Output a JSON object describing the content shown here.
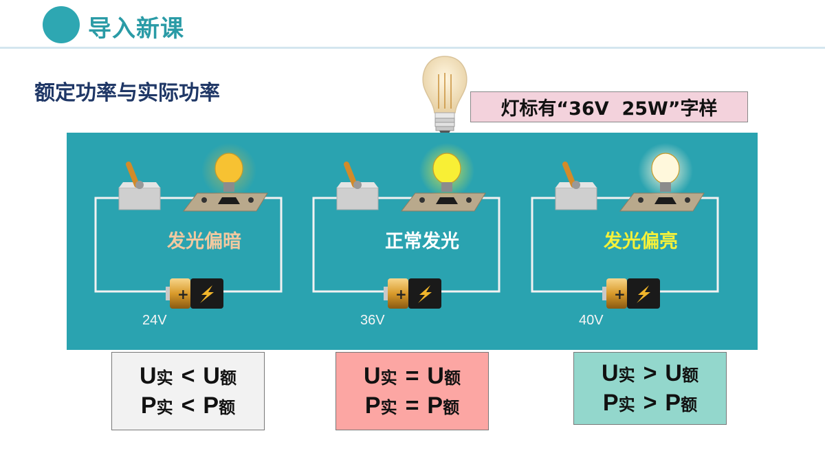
{
  "header": {
    "title": "导入新课"
  },
  "section_title": "额定功率与实际功率",
  "bulb_label": "灯标有“36V  25W”字样",
  "circuits": [
    {
      "state": "发光偏暗",
      "state_color": "#f2c9a0",
      "voltage": "24V",
      "glow": "#f7c232",
      "glow_level": 0.55
    },
    {
      "state": "正常发光",
      "state_color": "#ffffff",
      "voltage": "36V",
      "glow": "#f8ef35",
      "glow_level": 0.8
    },
    {
      "state": "发光偏亮",
      "state_color": "#f4f13a",
      "voltage": "40V",
      "glow": "#fff8dc",
      "glow_level": 1.0
    }
  ],
  "relations": [
    {
      "bg": "#f2f2f2",
      "u_left": "U",
      "u_left_sub": "实",
      "u_op": "<",
      "u_right": "U",
      "u_right_sub": "额",
      "p_left": "P",
      "p_left_sub": "实",
      "p_op": "<",
      "p_right": "P",
      "p_right_sub": "额"
    },
    {
      "bg": "#fca6a3",
      "u_left": "U",
      "u_left_sub": "实",
      "u_op": "=",
      "u_right": "U",
      "u_right_sub": "额",
      "p_left": "P",
      "p_left_sub": "实",
      "p_op": "=",
      "p_right": "P",
      "p_right_sub": "额"
    },
    {
      "bg": "#93d7cc",
      "u_left": "U",
      "u_left_sub": "实",
      "u_op": ">",
      "u_right": "U",
      "u_right_sub": "额",
      "p_left": "P",
      "p_left_sub": "实",
      "p_op": ">",
      "p_right": "P",
      "p_right_sub": "额"
    }
  ]
}
